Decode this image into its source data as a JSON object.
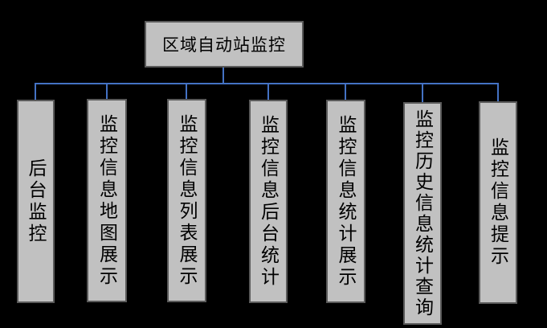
{
  "diagram": {
    "root": {
      "label": "区域自动站监控"
    },
    "children": [
      {
        "label": "后台监控"
      },
      {
        "label": "监控信息地图展示"
      },
      {
        "label": "监控信息列表展示"
      },
      {
        "label": "监控信息后台统计"
      },
      {
        "label": "监控信息统计展示"
      },
      {
        "label": "监控历史信息统计查询"
      },
      {
        "label": "监控信息提示"
      }
    ],
    "colors": {
      "background": "#000000",
      "node_fill": "#c1c1c1",
      "node_border": "#5a5a5a",
      "connector": "#4472c4",
      "text": "#000000"
    }
  }
}
